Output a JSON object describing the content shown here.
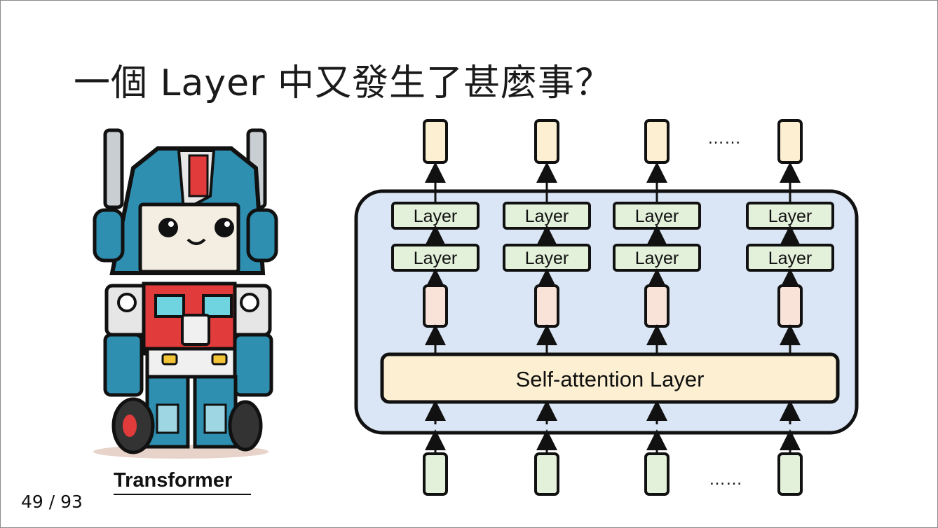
{
  "slide": {
    "title": "一個 Layer 中又發生了甚麼事？",
    "page_number": "49 / 93",
    "robot_caption": "Transformer"
  },
  "diagram": {
    "layer_label": "Layer",
    "self_attention_label": "Self-attention Layer",
    "ellipsis": "……",
    "colors": {
      "panel_fill": "#dae6f5",
      "output_token": "#fdf0d2",
      "hidden_token": "#f9e3d8",
      "layer_box": "#e3f0da",
      "input_token": "#e3f0da",
      "self_attention": "#fdf0d2",
      "stroke": "#111111"
    }
  }
}
